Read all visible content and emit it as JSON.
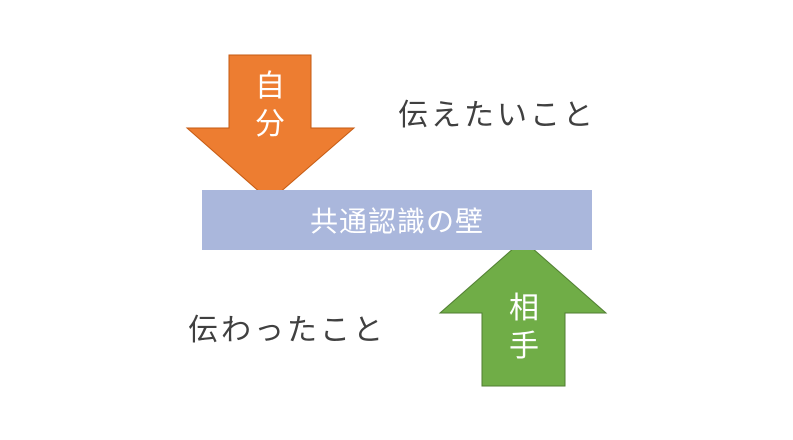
{
  "colors": {
    "self_arrow": "#ed7d31",
    "other_arrow": "#70ad47",
    "wall": "#aab7dc",
    "side_text": "#404040"
  },
  "self_arrow": {
    "chars": [
      "自",
      "分"
    ]
  },
  "other_arrow": {
    "chars": [
      "相",
      "手"
    ]
  },
  "wall": {
    "label": "共通認識の壁"
  },
  "what_to_convey": "伝えたいこと",
  "what_was_conveyed": "伝わったこと"
}
